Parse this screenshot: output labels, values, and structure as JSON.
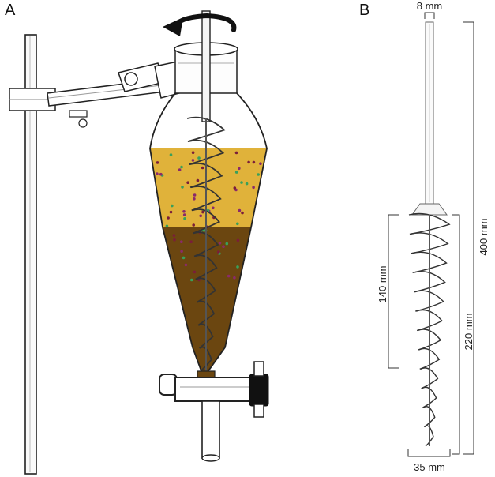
{
  "panel_a": {
    "label": "A"
  },
  "panel_b": {
    "label": "B",
    "dimensions": {
      "rod_diameter": "8 mm",
      "total_length": "400 mm",
      "helix_section_length": "140 mm",
      "lower_section_length": "220 mm",
      "base_diameter": "35 mm"
    }
  },
  "colors": {
    "upper_liquid": "#e0b23a",
    "lower_liquid": "#6b4610",
    "particles": [
      "#7a1e3a",
      "#3aa05a",
      "#8a2a6a"
    ]
  },
  "icons": {
    "rotation": "curved-rotation-arrow-icon",
    "stopcock": "stopcock-valve-icon"
  }
}
